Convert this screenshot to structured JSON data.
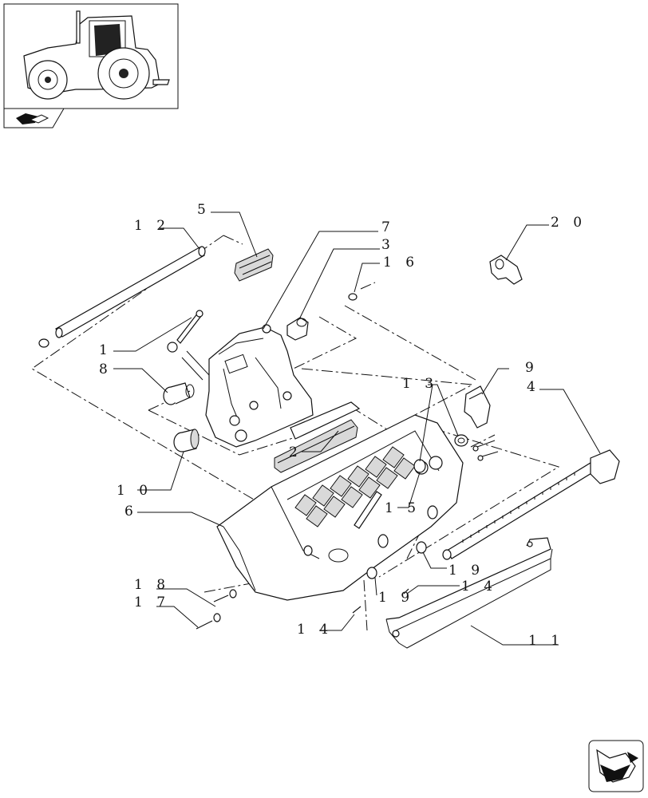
{
  "callouts": [
    {
      "id": "c5",
      "text": "5"
    },
    {
      "id": "c12",
      "text": "1 2"
    },
    {
      "id": "c7",
      "text": "7"
    },
    {
      "id": "c3",
      "text": "3"
    },
    {
      "id": "c16",
      "text": "1 6"
    },
    {
      "id": "c20",
      "text": "2 0"
    },
    {
      "id": "c1",
      "text": "1"
    },
    {
      "id": "c8",
      "text": "8"
    },
    {
      "id": "c13",
      "text": "1 3"
    },
    {
      "id": "c9",
      "text": "9"
    },
    {
      "id": "c4",
      "text": "4"
    },
    {
      "id": "c2",
      "text": "2"
    },
    {
      "id": "c10",
      "text": "1 0"
    },
    {
      "id": "c15",
      "text": "1 5"
    },
    {
      "id": "c6",
      "text": "6"
    },
    {
      "id": "c19a",
      "text": "1 9"
    },
    {
      "id": "c14a",
      "text": "1 4"
    },
    {
      "id": "c19b",
      "text": "1 9"
    },
    {
      "id": "c18",
      "text": "1 8"
    },
    {
      "id": "c17",
      "text": "1 7"
    },
    {
      "id": "c14b",
      "text": "1 4"
    },
    {
      "id": "c11",
      "text": "1 1"
    }
  ],
  "icons": {
    "thumbnail": "tractor-thumbnail-icon",
    "tab": "book-tab-icon",
    "nav": "next-page-arrow-icon"
  }
}
